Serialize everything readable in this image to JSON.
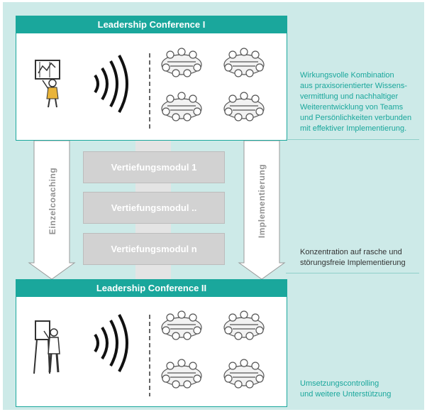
{
  "conference_top": {
    "title": "Leadership Conference I"
  },
  "conference_bottom": {
    "title": "Leadership Conference II"
  },
  "modules": [
    {
      "label": "Vertiefungsmodul 1"
    },
    {
      "label": "Vertiefungsmodul .."
    },
    {
      "label": "Vertiefungsmodul n"
    }
  ],
  "arrows": {
    "left": "Einzelcoaching",
    "right": "Implementierung"
  },
  "notes": {
    "top": "Wirkungsvolle Kombination aus praxisorientierter Wissens- vermittlung und nachhaltiger Weiterentwicklung von Teams und Persönlichkeiten verbunden mit effektiver Implementierung.",
    "top_lines": [
      "Wirkungsvolle Kombination",
      "aus praxisorientierter Wissens-",
      "vermittlung und nachhaltiger",
      "Weiterentwicklung von Teams",
      "und Persönlichkeiten verbunden",
      "mit effektiver Implementierung."
    ],
    "middle_lines": [
      "Konzentration auf rasche und",
      "störungsfreie Implementierung"
    ],
    "bottom_lines": [
      "Umsetzungscontrolling",
      "und weitere Unterstützung"
    ]
  },
  "colors": {
    "accent": "#1aa79c",
    "background": "#cdeae8",
    "module": "#d2d2d2"
  },
  "icons": [
    "presenter-icon",
    "sound-waves-icon",
    "team-group-icon",
    "flipchart-presenter-icon"
  ]
}
